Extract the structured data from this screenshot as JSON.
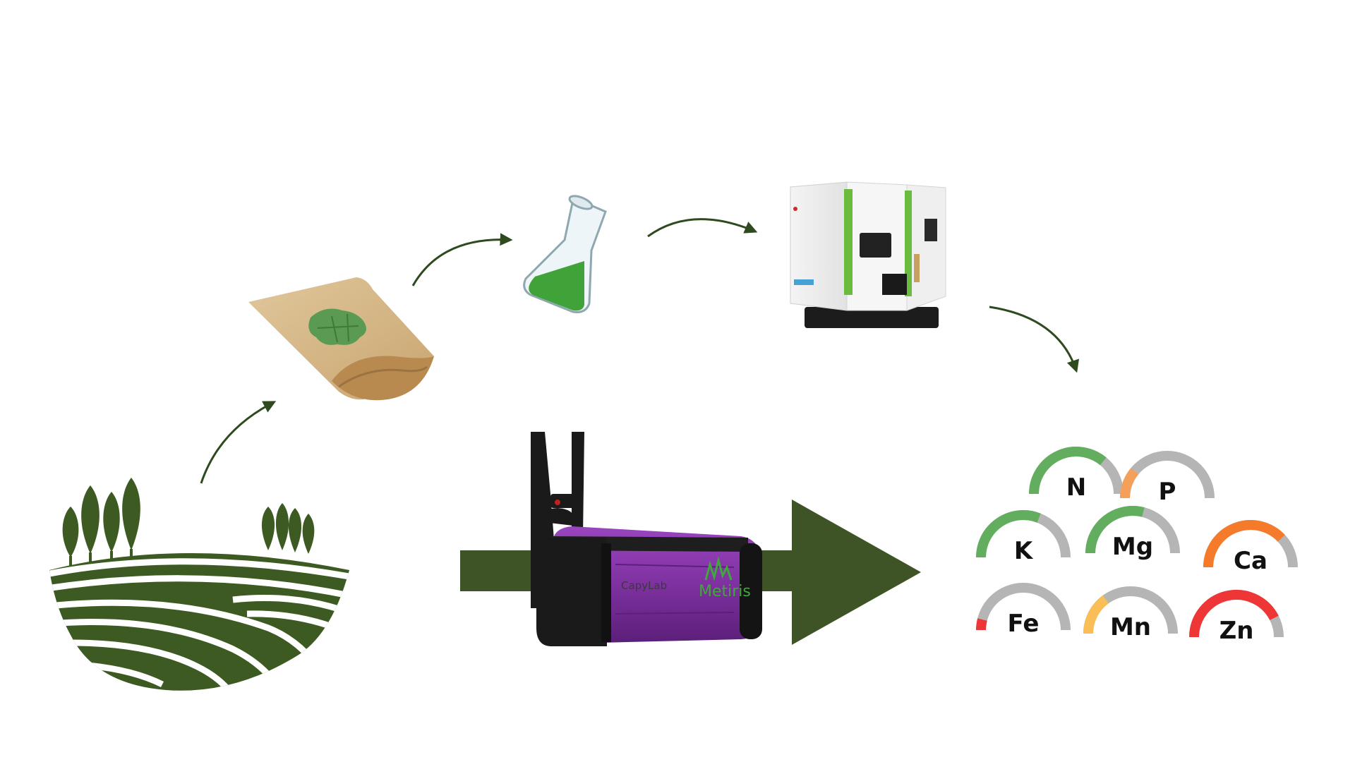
{
  "diagram": {
    "accent_dark_green": "#3f5426",
    "field_green": "#3c5a22",
    "sensor_purple": "#7b2f9c"
  },
  "device": {
    "brand_small": "CapyLab",
    "brand_name": "Metiris"
  },
  "nutrients": [
    {
      "symbol": "N",
      "level": 0.72,
      "color": "#62ad5e"
    },
    {
      "symbol": "P",
      "level": 0.22,
      "color": "#f4a05a"
    },
    {
      "symbol": "K",
      "level": 0.62,
      "color": "#62ad5e"
    },
    {
      "symbol": "Mg",
      "level": 0.58,
      "color": "#62ad5e"
    },
    {
      "symbol": "Ca",
      "level": 0.76,
      "color": "#f57a2a"
    },
    {
      "symbol": "Fe",
      "level": 0.08,
      "color": "#ee3636"
    },
    {
      "symbol": "Mn",
      "level": 0.3,
      "color": "#f9be55"
    },
    {
      "symbol": "Zn",
      "level": 0.85,
      "color": "#ee3636"
    }
  ],
  "gauge_track_color": "#b5b5b5"
}
